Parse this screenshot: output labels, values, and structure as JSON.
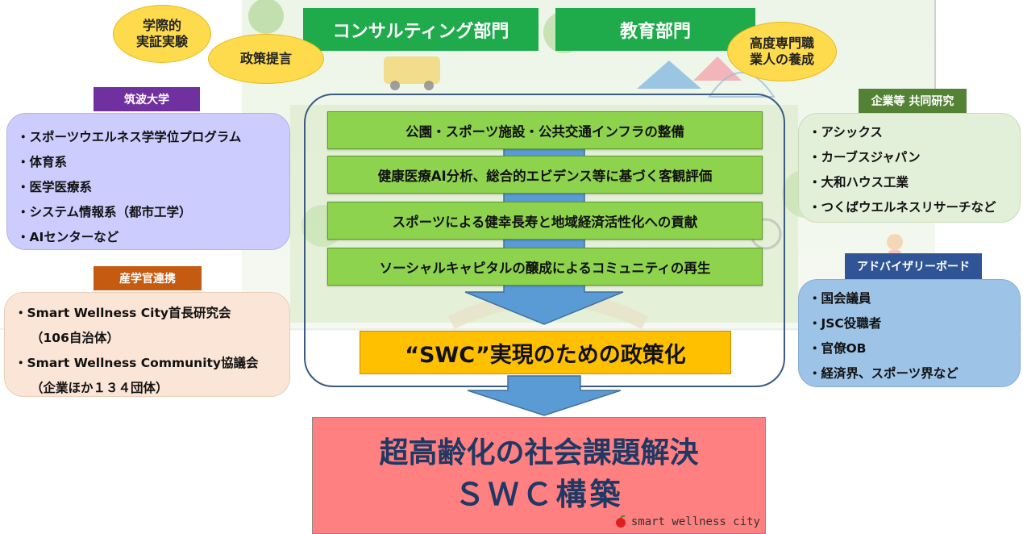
{
  "header": {
    "consulting_label": "コンサルティング部門",
    "education_label": "教育部門"
  },
  "bubbles": {
    "international_line1": "学際的",
    "international_line2": "実証実験",
    "policy_proposal": "政策提言",
    "professional_line1": "高度専門職",
    "professional_line2": "業人の養成"
  },
  "tsukuba": {
    "tag": "筑波大学",
    "items": [
      "・スポーツウエルネス学学位プログラム",
      "・体育系",
      "・医学医療系",
      "・システム情報系（都市工学）",
      "・AIセンターなど"
    ]
  },
  "industry": {
    "tag": "産学官連携",
    "items": [
      "・Smart Wellness City首長研究会",
      "（106自治体）",
      "・Smart Wellness Community協議会",
      "（企業ほか１３４団体）"
    ]
  },
  "companies": {
    "tag": "企業等 共同研究",
    "items": [
      "・アシックス",
      "・カーブスジャパン",
      "・大和ハウス工業",
      "・つくばウエルネスリサーチなど"
    ]
  },
  "advisory": {
    "tag": "アドバイザリーボード",
    "items": [
      "・国会議員",
      "・JSC役職者",
      "・官僚OB",
      "・経済界、スポーツ界など"
    ]
  },
  "center": {
    "rows": [
      "公園・スポーツ施設・公共交通インフラの整備",
      "健康医療AI分析、総合的エビデンス等に基づく客観評価",
      "スポーツによる健幸長寿と地域経済活性化への貢献",
      "ソーシャルキャピタルの醸成によるコミュニティの再生"
    ],
    "policy": "“SWC”実現のための政策化"
  },
  "result": {
    "line1": "超高齢化の社会課題解決",
    "line2": "ＳＷＣ構築",
    "logo_text": "smart wellness city"
  },
  "colors": {
    "header_green": "#1faa4b",
    "tsukuba_tag": "#7030a0",
    "tsukuba_panel": "#ccccff",
    "industry_tag": "#c55a11",
    "industry_panel": "#fbe5d6",
    "companies_tag": "#548235",
    "companies_panel": "#e2f0d9",
    "advisory_tag": "#2f5597",
    "advisory_panel": "#9dc3e6",
    "row_green": "#8ed34e",
    "policy_orange": "#ffc000",
    "result_red": "#ff8080",
    "arrow_blue": "#5b9bd5"
  }
}
